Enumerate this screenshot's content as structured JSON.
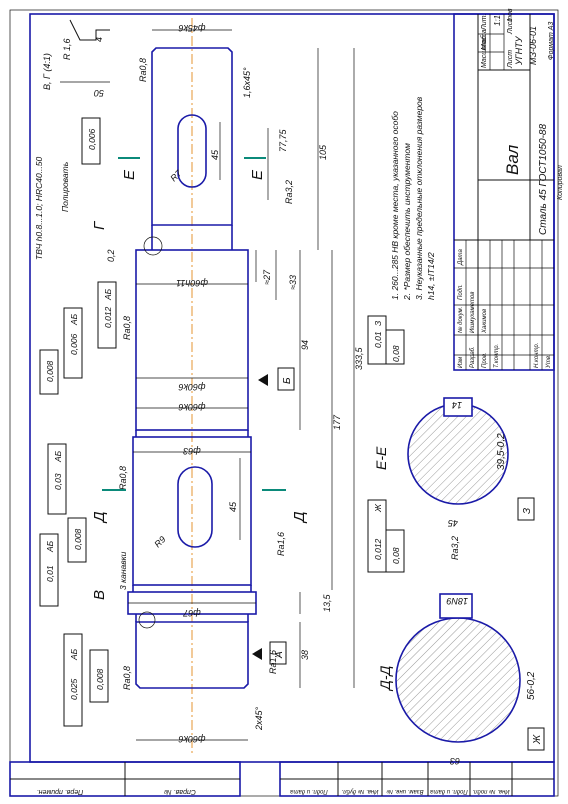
{
  "drawing": {
    "title": "Вал",
    "material": "Сталь 45 ГОСТ1050-88",
    "designation": "УГНТУ",
    "doc_code": "МЗ-06-01",
    "sheet": "1",
    "sheets": "1",
    "scale": "1:1",
    "format": "Формат А3",
    "copied": "Копировал",
    "title_block_labels": [
      "Лит.",
      "Масса",
      "Масштаб",
      "Лист",
      "Листов",
      "Изм",
      "Лист",
      "№ докум.",
      "Подп.",
      "Дата",
      "Разраб.",
      "Пров.",
      "Т.контр.",
      "Н.контр.",
      "Утв."
    ],
    "developer": "Ишмухаметов",
    "checker": "Хакимов",
    "side_block_labels": [
      "Перв. примен.",
      "Справ. №",
      "Подп. и дата",
      "Инв. № дубл.",
      "Взам. инв. №",
      "Подп. и дата",
      "Инв. № подл."
    ]
  },
  "notes": {
    "n1": "1. 260...285 НВ кроме места, указанного особо",
    "n2": "2. *Размер обеспечить инструментом",
    "n3": "3. Неуказанные предельные отклонения размеров",
    "n3b": "h14, ±IT14/2",
    "hardening": "ТВЧ h0.8...1.0; HRC40...50",
    "polish": "Полировать",
    "chamfers": "3 канавки"
  },
  "dimensions": {
    "d1": "ф45k6",
    "d2": "ф60h11",
    "d3": "ф60k6",
    "d4": "ф60k6",
    "d5": "ф63",
    "d6": "ф67",
    "d7": "ф60k6",
    "len_total": "333,5",
    "len_105": "105",
    "len_7775": "77,75",
    "len_177": "177",
    "len_94": "94",
    "len_27": "≈27",
    "len_33": "≈33",
    "len_38": "38",
    "len_135": "13,5",
    "key_45a": "45",
    "key_45b": "45",
    "r7": "R7",
    "r9": "R9",
    "chamfer1": "1,6x45°",
    "chamfer2": "2x45°",
    "len_50": "50",
    "dim_4": "4",
    "r16": "R 1,6",
    "view_g": "В, Г (4:1)",
    "h02": "0,2",
    "sec_e_395": "39,5-0,2",
    "sec_e_14": "14",
    "sec_e_45": "45",
    "sec_d_56": "56-0,2",
    "sec_d_18": "18N9",
    "sec_d_63": "63"
  },
  "roughness": {
    "ra08a": "Ra0,8",
    "ra08b": "Ra0,8",
    "ra08c": "Ra0,8",
    "ra08d": "Ra0,8",
    "ra32a": "Ra3,2",
    "ra32b": "Ra3,2",
    "ra16a": "Ra1,6",
    "ra16b": "Ra1,6"
  },
  "tolerances": {
    "t1v": "0,006",
    "t2v": "0,012",
    "t2b": "АБ",
    "t3v": "0,006",
    "t3b": "АБ",
    "t4v": "0,008",
    "t5v": "0,03",
    "t5b": "АБ",
    "t6v": "0,008",
    "t7v": "0,01",
    "t7b": "АБ",
    "t8v": "0,025",
    "t8b": "АБ",
    "t9v": "0,008",
    "e1": "0,01",
    "e1b": "З",
    "e2": "0,08",
    "d1": "0,012",
    "d1b": "Ж",
    "d2": "0,08"
  },
  "labels": {
    "base_a": "А",
    "base_b": "Б",
    "base_v": "В",
    "base_g": "Г",
    "base_z": "З",
    "base_zh": "Ж",
    "sec_e": "Е",
    "sec_e2": "Е",
    "sec_d": "Д",
    "sec_d2": "Д",
    "view_ee": "Е-Е",
    "view_dd": "Д-Д"
  }
}
